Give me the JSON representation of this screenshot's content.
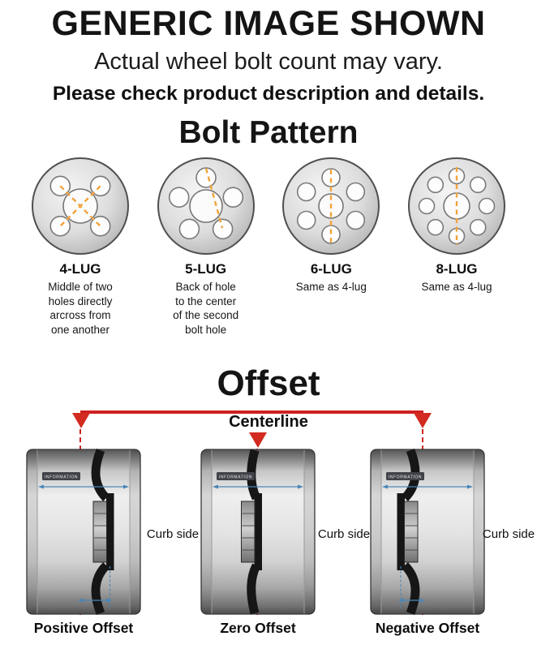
{
  "header": {
    "title": "GENERIC IMAGE SHOWN",
    "subtitle": "Actual wheel bolt count may vary.",
    "note": "Please check product description and details."
  },
  "bolt_pattern": {
    "heading": "Bolt Pattern",
    "items": [
      {
        "label": "4-LUG",
        "description": "Middle of two\nholes directly\narcross from\none another"
      },
      {
        "label": "5-LUG",
        "description": "Back of hole\nto the center\nof the second\nbolt hole"
      },
      {
        "label": "6-LUG",
        "description": "Same as 4-lug"
      },
      {
        "label": "8-LUG",
        "description": "Same as 4-lug"
      }
    ]
  },
  "offset": {
    "heading": "Offset",
    "centerline_label": "Centerline",
    "curb_side_label": "Curb side",
    "wheel_sticker": "INFORMATION",
    "diagrams": [
      {
        "label": "Positive Offset"
      },
      {
        "label": "Zero Offset"
      },
      {
        "label": "Negative Offset"
      }
    ],
    "colors": {
      "centerline_red": "#cf2020",
      "guide_orange": "#f2a33c",
      "measure_blue": "#4a86b8"
    }
  }
}
